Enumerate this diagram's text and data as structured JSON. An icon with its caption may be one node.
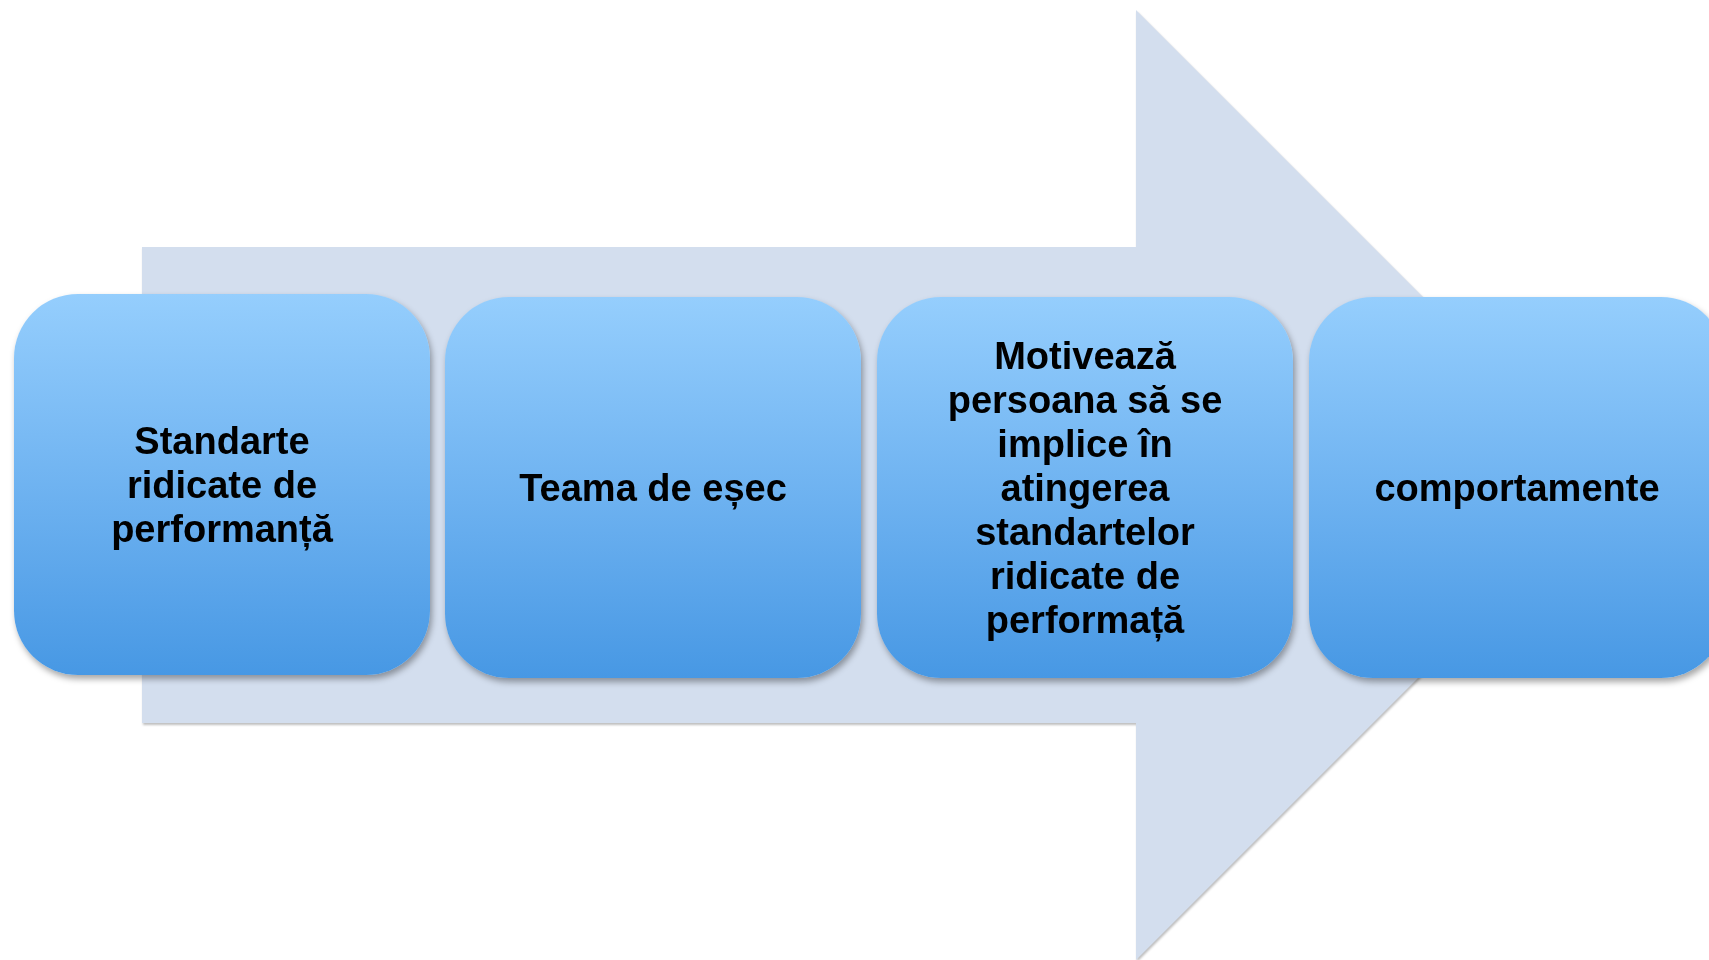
{
  "diagram": {
    "nodes": [
      {
        "text": [
          "Standarte ridicate de performanță"
        ]
      },
      {
        "text": [
          "Teama de eșec"
        ]
      },
      {
        "text": [
          "Motivează persoana să se implice în atingerea standartelor ridicate de performață"
        ]
      },
      {
        "text": [
          "comportamente"
        ]
      }
    ],
    "edges": [
      {
        "from": 0,
        "to": 3,
        "arrow": "to",
        "style": "thick"
      }
    ]
  }
}
